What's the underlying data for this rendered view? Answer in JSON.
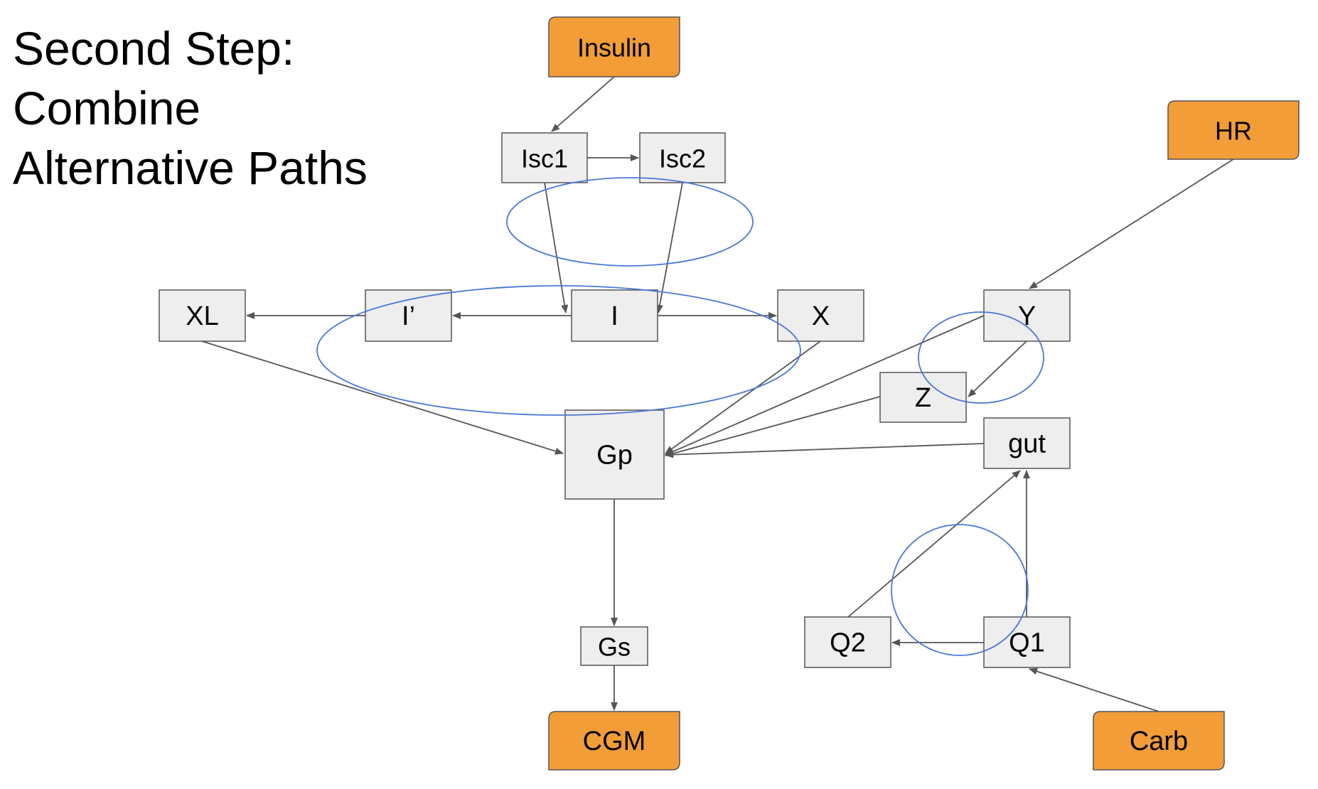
{
  "title": {
    "lines": [
      "Second Step:",
      "Combine",
      "Alternative Paths"
    ]
  },
  "colors": {
    "io_fill": "#f29d38",
    "node_fill": "#eeeeee",
    "edge": "#555555",
    "group_outline": "#4a78d8"
  },
  "nodes": [
    {
      "id": "insulin",
      "label": "Insulin",
      "kind": "io"
    },
    {
      "id": "isc1",
      "label": "Isc1",
      "kind": "state"
    },
    {
      "id": "isc2",
      "label": "Isc2",
      "kind": "state"
    },
    {
      "id": "hr",
      "label": "HR",
      "kind": "io"
    },
    {
      "id": "xl",
      "label": "XL",
      "kind": "state"
    },
    {
      "id": "iprime",
      "label": "I’",
      "kind": "state"
    },
    {
      "id": "i",
      "label": "I",
      "kind": "state"
    },
    {
      "id": "x",
      "label": "X",
      "kind": "state"
    },
    {
      "id": "y",
      "label": "Y",
      "kind": "state"
    },
    {
      "id": "z",
      "label": "Z",
      "kind": "state"
    },
    {
      "id": "gp",
      "label": "Gp",
      "kind": "state"
    },
    {
      "id": "gut",
      "label": "gut",
      "kind": "state"
    },
    {
      "id": "gs",
      "label": "Gs",
      "kind": "state"
    },
    {
      "id": "q2",
      "label": "Q2",
      "kind": "state"
    },
    {
      "id": "q1",
      "label": "Q1",
      "kind": "state"
    },
    {
      "id": "cgm",
      "label": "CGM",
      "kind": "io"
    },
    {
      "id": "carb",
      "label": "Carb",
      "kind": "io"
    }
  ],
  "edges": [
    {
      "from": "insulin",
      "to": "isc1"
    },
    {
      "from": "isc1",
      "to": "isc2"
    },
    {
      "from": "isc1",
      "to": "i"
    },
    {
      "from": "isc2",
      "to": "i"
    },
    {
      "from": "i",
      "to": "iprime"
    },
    {
      "from": "iprime",
      "to": "xl"
    },
    {
      "from": "i",
      "to": "x"
    },
    {
      "from": "xl",
      "to": "gp"
    },
    {
      "from": "x",
      "to": "gp"
    },
    {
      "from": "hr",
      "to": "y"
    },
    {
      "from": "y",
      "to": "z"
    },
    {
      "from": "y",
      "to": "gp"
    },
    {
      "from": "z",
      "to": "gp"
    },
    {
      "from": "gut",
      "to": "gp"
    },
    {
      "from": "gp",
      "to": "gs"
    },
    {
      "from": "gs",
      "to": "cgm"
    },
    {
      "from": "q1",
      "to": "q2"
    },
    {
      "from": "q1",
      "to": "gut"
    },
    {
      "from": "q2",
      "to": "gut"
    },
    {
      "from": "carb",
      "to": "q1"
    }
  ],
  "groups": [
    {
      "id": "isc-paths"
    },
    {
      "id": "insulin-action-paths"
    },
    {
      "id": "hr-paths"
    },
    {
      "id": "gut-absorption-paths"
    }
  ]
}
